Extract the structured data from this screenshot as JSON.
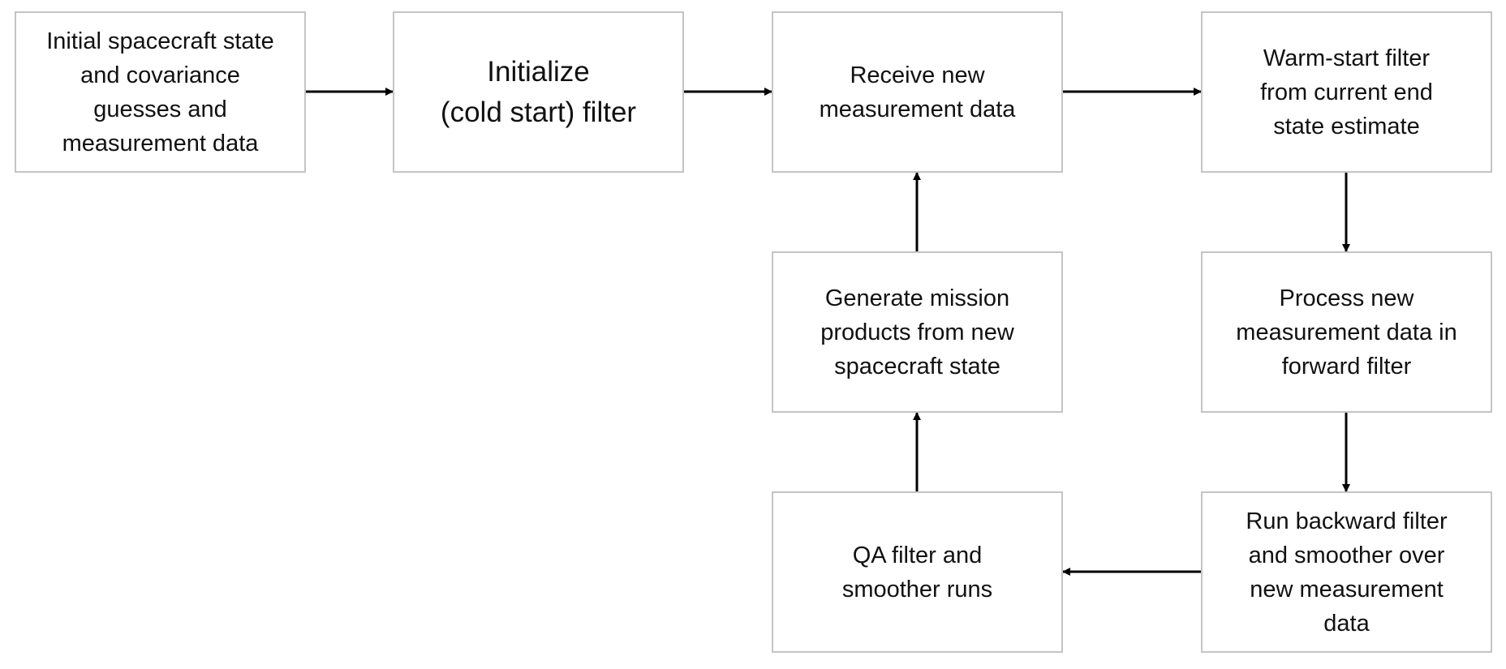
{
  "diagram": {
    "nodes": [
      {
        "id": "n1",
        "label": "Initial spacecraft state\nand covariance\nguesses and\nmeasurement data"
      },
      {
        "id": "n2",
        "label": "Initialize\n(cold start) filter"
      },
      {
        "id": "n3",
        "label": "Receive new\nmeasurement data"
      },
      {
        "id": "n4",
        "label": "Warm-start filter\nfrom current end\nstate estimate"
      },
      {
        "id": "n5",
        "label": "Process new\nmeasurement data in\nforward filter"
      },
      {
        "id": "n6",
        "label": "Run backward filter\nand smoother over\nnew measurement\ndata"
      },
      {
        "id": "n7",
        "label": "QA filter and\nsmoother runs"
      },
      {
        "id": "n8",
        "label": "Generate mission\nproducts from new\nspacecraft state"
      }
    ],
    "edges": [
      {
        "from": "n1",
        "to": "n2"
      },
      {
        "from": "n2",
        "to": "n3"
      },
      {
        "from": "n3",
        "to": "n4"
      },
      {
        "from": "n4",
        "to": "n5"
      },
      {
        "from": "n5",
        "to": "n6"
      },
      {
        "from": "n6",
        "to": "n7"
      },
      {
        "from": "n7",
        "to": "n8"
      },
      {
        "from": "n8",
        "to": "n3"
      }
    ],
    "colors": {
      "box_border": "#c4c4c4",
      "arrow": "#000000",
      "text": "#111111"
    }
  }
}
